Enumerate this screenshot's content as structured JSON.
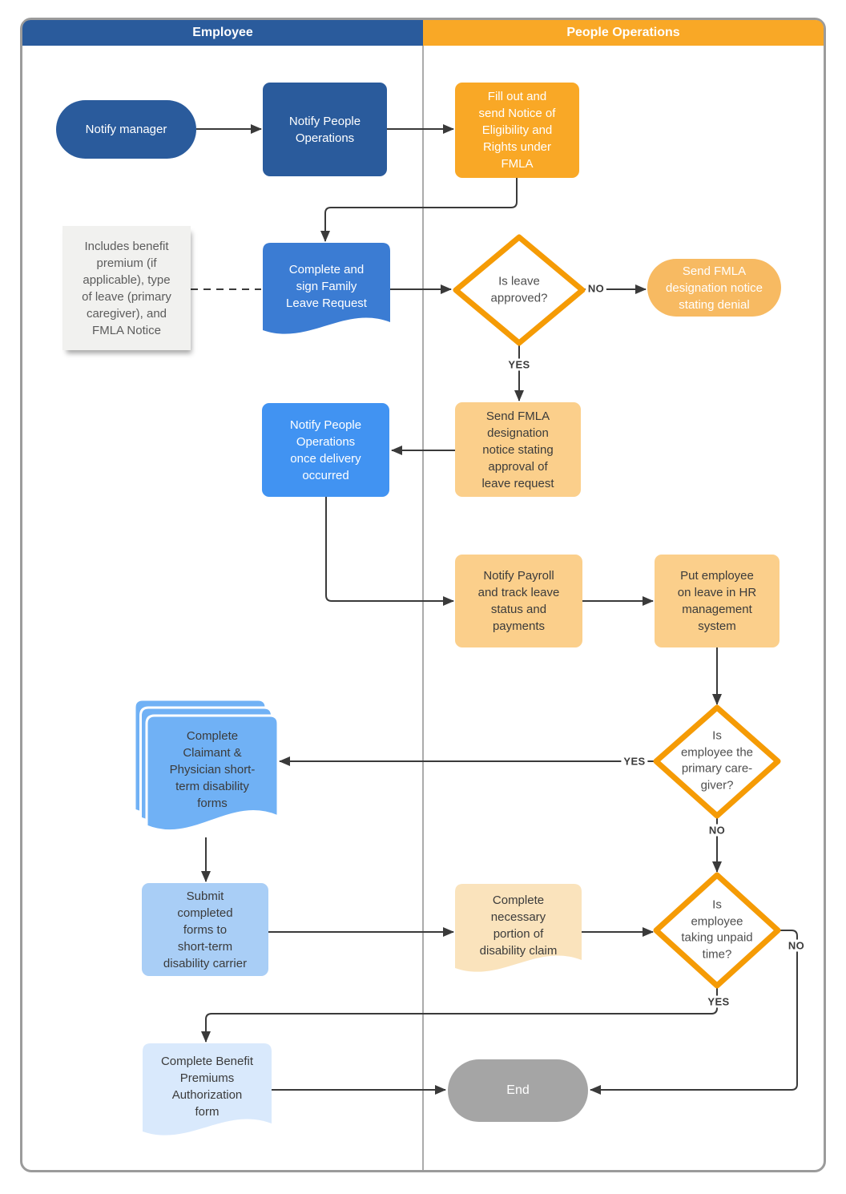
{
  "header": {
    "lanes": [
      {
        "label": "Employee"
      },
      {
        "label": "People Operations"
      }
    ]
  },
  "nodes": {
    "notify_manager": {
      "label": "Notify manager"
    },
    "notify_people_ops": {
      "label": "Notify People\nOperations"
    },
    "fill_out_notice": {
      "label": "Fill out and\nsend Notice of\nEligibility and\nRights under\nFMLA"
    },
    "note": {
      "label": "Includes benefit\npremium (if\napplicable), type\nof leave (primary\ncaregiver), and\nFMLA Notice"
    },
    "complete_sign_request": {
      "label": "Complete and\nsign Family\nLeave Request"
    },
    "is_leave_approved": {
      "label": "Is leave\napproved?"
    },
    "send_denial": {
      "label": "Send FMLA\ndesignation notice\nstating denial"
    },
    "send_approval": {
      "label": "Send FMLA\ndesignation\nnotice stating\napproval of\nleave request"
    },
    "notify_delivery": {
      "label": "Notify People\nOperations\nonce delivery\noccurred"
    },
    "notify_payroll": {
      "label": "Notify Payroll\nand track leave\nstatus and\npayments"
    },
    "put_on_leave": {
      "label": "Put employee\non leave in HR\nmanagement\nsystem"
    },
    "is_primary_caregiver": {
      "label": "Is\nemployee the\nprimary care-\ngiver?"
    },
    "complete_claimant_forms": {
      "label": "Complete\nClaimant &\nPhysician short-\nterm disability\nforms"
    },
    "submit_forms": {
      "label": "Submit\ncompleted\nforms to\nshort-term\ndisability carrier"
    },
    "complete_claim_portion": {
      "label": "Complete\nnecessary\nportion of\ndisability claim"
    },
    "is_unpaid_time": {
      "label": "Is\nemployee\ntaking unpaid\ntime?"
    },
    "complete_premiums_form": {
      "label": "Complete Benefit\nPremiums\nAuthorization\nform"
    },
    "end": {
      "label": "End"
    }
  },
  "edge_labels": {
    "leave_no": "NO",
    "leave_yes": "YES",
    "caregiver_yes": "YES",
    "caregiver_no": "NO",
    "unpaid_yes": "YES",
    "unpaid_no": "NO"
  },
  "colors": {
    "lane_employee": "#2A5B9C",
    "lane_people_ops": "#F9A826",
    "process_dark_blue": "#2A5B9C",
    "document_blue": "#3B7CD3",
    "process_bright_blue": "#4193F2",
    "multidoc_blue": "#70B1F5",
    "process_light_blue": "#A9CEF6",
    "document_pale_blue": "#D9E9FC",
    "process_orange": "#F9A826",
    "terminator_light_orange": "#F7BA62",
    "process_light_orange": "#FBCF8B",
    "document_pale_orange": "#FAE3BC",
    "decision_border_orange": "#F59B05",
    "terminator_gray": "#A5A5A5",
    "note_background": "#F1F1EF",
    "connector": "#3a3a3a"
  }
}
